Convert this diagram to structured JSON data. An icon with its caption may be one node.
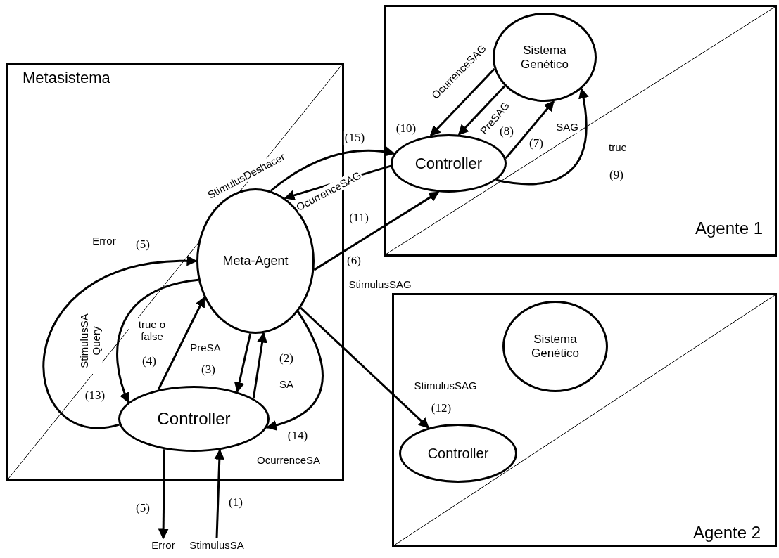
{
  "diagram": {
    "nodes": [
      {
        "text": [
          "Metasistema"
        ]
      },
      {
        "text": [
          "Meta-Agent"
        ],
        "in": 0
      },
      {
        "text": [
          "Controller"
        ],
        "in": 0
      },
      {
        "text": [
          "Agente 1"
        ]
      },
      {
        "text": [
          "Sistema Genético"
        ],
        "in": 3
      },
      {
        "text": [
          "Controller"
        ],
        "in": 3
      },
      {
        "text": [
          "Agente 2"
        ]
      },
      {
        "text": [
          "Sistema Genético"
        ],
        "in": 6
      },
      {
        "text": [
          "Controller"
        ],
        "in": 6
      },
      {
        "text": [
          "Error"
        ]
      },
      {
        "text": [
          "StimulusSA"
        ]
      }
    ],
    "edges": [
      {
        "from": 10,
        "to": 2,
        "arrow": "to",
        "label": "(1)"
      },
      {
        "from": 2,
        "to": 9,
        "arrow": "to",
        "label": "(5)"
      },
      {
        "from": 2,
        "to": 1,
        "arrow": "to",
        "label": "SA"
      },
      {
        "from": 1,
        "to": 2,
        "arrow": "to",
        "label": "PreSA"
      },
      {
        "from": 2,
        "to": 1,
        "arrow": "to",
        "label": "true o false"
      },
      {
        "from": 2,
        "to": 1,
        "arrow": "to",
        "label": "Error"
      },
      {
        "from": 1,
        "to": 2,
        "arrow": "to",
        "label": "StimulusSA Query"
      },
      {
        "from": 1,
        "to": 2,
        "arrow": "to",
        "label": "OcurrenceSA"
      },
      {
        "from": 1,
        "to": 5,
        "arrow": "to",
        "label": "StimulusSAG"
      },
      {
        "from": 5,
        "to": 1,
        "arrow": "to",
        "label": "OcurrenceSAG"
      },
      {
        "from": 1,
        "to": 5,
        "arrow": "to",
        "label": "StimulusDeshacer"
      },
      {
        "from": 5,
        "to": 4,
        "arrow": "to",
        "label": "SAG"
      },
      {
        "from": 4,
        "to": 5,
        "arrow": "to",
        "label": "PreSAG"
      },
      {
        "from": 4,
        "to": 5,
        "arrow": "to",
        "label": "OcurrenceSAG"
      },
      {
        "from": 5,
        "to": 4,
        "arrow": "to",
        "label": "true"
      },
      {
        "from": 1,
        "to": 8,
        "arrow": "to",
        "label": "StimulusSAG"
      }
    ],
    "labels": [
      "(15)",
      "(10)",
      "(8)",
      "(7)",
      "(9)",
      "(11)",
      "(5)",
      "(6)",
      "(2)",
      "(3)",
      "(4)",
      "(13)",
      "(12)",
      "(14)"
    ]
  }
}
